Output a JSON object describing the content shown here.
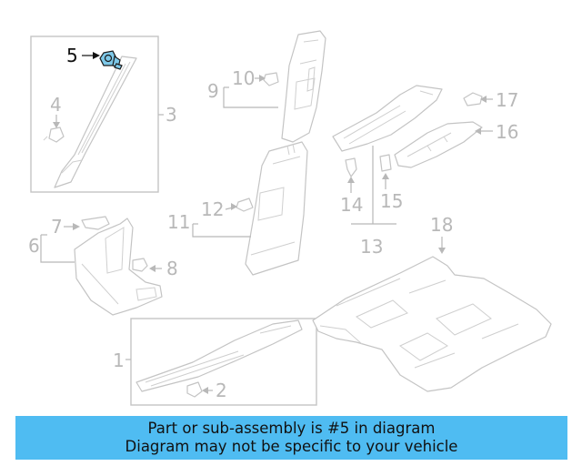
{
  "callouts": {
    "c1": "1",
    "c2": "2",
    "c3": "3",
    "c4": "4",
    "c5": "5",
    "c6": "6",
    "c7": "7",
    "c8": "8",
    "c9": "9",
    "c10": "10",
    "c11": "11",
    "c12": "12",
    "c13": "13",
    "c14": "14",
    "c15": "15",
    "c16": "16",
    "c17": "17",
    "c18": "18"
  },
  "highlighted_part": "5",
  "colors": {
    "highlight": "#7ec8e8",
    "banner": "#4fbcf2",
    "linework": "#c4c4c4"
  },
  "banner": {
    "line1": "Part or sub-assembly is #5 in diagram",
    "line2": "Diagram may not be specific to your vehicle"
  }
}
